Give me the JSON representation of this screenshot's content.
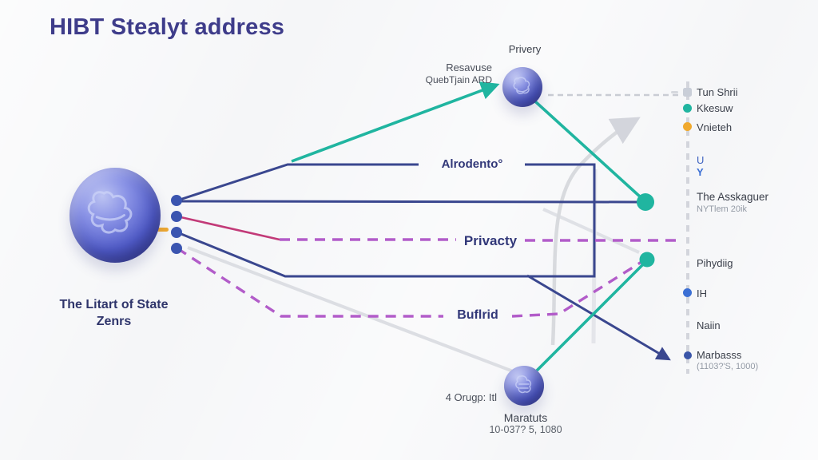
{
  "title": "HIBT Stealyt address",
  "colors": {
    "bg": "#f5f6f8",
    "title": "#3e3c8a",
    "navy": "#3a478f",
    "teal": "#20b5a0",
    "purple": "#b25cc9",
    "crimson": "#c23a78",
    "orange": "#f0a92e",
    "blue": "#3b6fd4",
    "grayline": "#d8dade",
    "textdark": "#3a3f4a",
    "textsub": "#939aa5",
    "labelnavy": "#323879"
  },
  "main_node": {
    "caption_line1": "The Litart of State",
    "caption_line2": "Zenrs"
  },
  "top_node": {
    "title": "Privery",
    "side_line1": "Resavuse",
    "side_line2": "QuebTjain ARD"
  },
  "bottom_node": {
    "side_label": "4 Orugp: Itl",
    "caption_line1": "Maratuts",
    "caption_line2": "10-037? 5, 1080"
  },
  "edges": {
    "alrodento": "Alrodento°",
    "privacty": "Privacty",
    "buflrid": "Buflrid"
  },
  "legend": {
    "items": [
      {
        "label": "Tun Shrii",
        "bullet": "square-gray"
      },
      {
        "label": "Kkesuw",
        "bullet": "dot-teal"
      },
      {
        "label": "Vnieteh",
        "bullet": "dot-orange"
      },
      {
        "label": "U",
        "bullet": "none"
      },
      {
        "label": "Y",
        "bullet": "none"
      },
      {
        "label": "The Asskaguer",
        "sub": "NYTlem 20ik",
        "bullet": "none"
      },
      {
        "label": "Pihydiig",
        "bullet": "none"
      },
      {
        "label": "IH",
        "bullet": "dot-blue"
      },
      {
        "label": "Naiin",
        "bullet": "none"
      },
      {
        "label": "Marbasss",
        "sub": "(1103?'S, 1000)",
        "bullet": "dot-navy"
      }
    ]
  }
}
